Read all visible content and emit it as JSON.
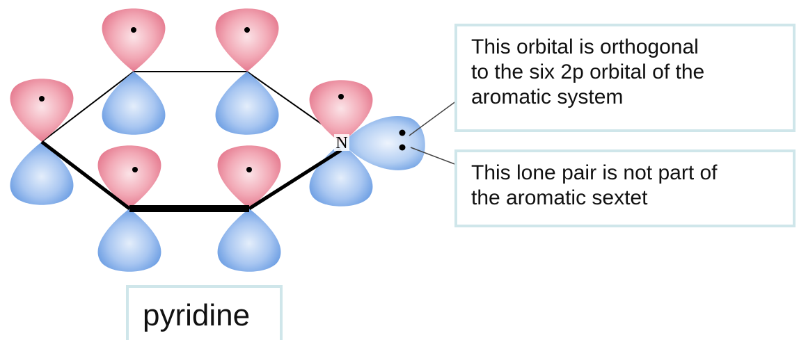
{
  "caption": "pyridine",
  "atom_label": "N",
  "callouts": [
    {
      "lines": [
        "This orbital is orthogonal",
        "to the six 2p orbital of the",
        "aromatic system"
      ]
    },
    {
      "lines": [
        "This lone pair is not part of",
        "the aromatic sextet"
      ]
    }
  ],
  "colors": {
    "orbital_top": "#e8788c",
    "orbital_bottom": "#6fa3e6",
    "callout_border": "#cfe6ea",
    "bond": "#000000"
  },
  "icons": {
    "p_orbital": "p-orbital-lobe-pair",
    "lone_pair": "lone-pair-dots"
  }
}
